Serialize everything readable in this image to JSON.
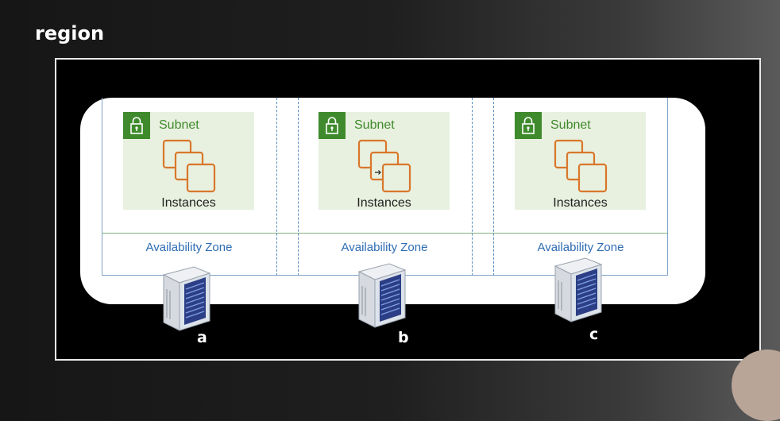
{
  "page_title": "region",
  "zones": [
    {
      "subnet_label": "Subnet",
      "instances_label": "Instances",
      "az_label": "Availability Zone",
      "server_label": "a"
    },
    {
      "subnet_label": "Subnet",
      "instances_label": "Instances",
      "az_label": "Availability Zone",
      "server_label": "b"
    },
    {
      "subnet_label": "Subnet",
      "instances_label": "Instances",
      "az_label": "Availability Zone",
      "server_label": "c"
    }
  ],
  "icons": {
    "subnet": "lock-icon",
    "instances": "instances-icon",
    "server": "server-rack-icon"
  },
  "colors": {
    "subnet_green": "#3f8a2c",
    "subnet_bg": "#e8f0df",
    "instance_orange": "#d9772b",
    "az_blue": "#2e6cb4"
  }
}
